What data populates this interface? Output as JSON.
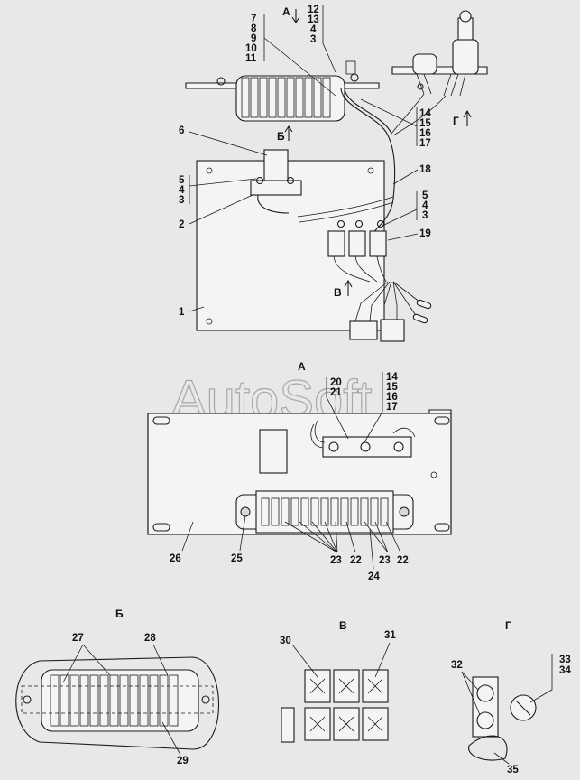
{
  "watermark": "AutoSoft",
  "views": {
    "a_top": "А",
    "a_mid": "А",
    "b_mid": "Б",
    "b_title": "Б",
    "v_mid": "В",
    "v_title": "В",
    "g_mid": "Г",
    "g_title": "Г"
  },
  "callouts": {
    "top_stack_right": [
      "12",
      "13",
      "4",
      "3"
    ],
    "top_stack_left": [
      "7",
      "8",
      "9",
      "10",
      "11"
    ],
    "stack_14_17": [
      "14",
      "15",
      "16",
      "17"
    ],
    "n6": "6",
    "n18": "18",
    "stack_543_left": [
      "5",
      "4",
      "3"
    ],
    "stack_543_right": [
      "5",
      "4",
      "3"
    ],
    "n2": "2",
    "n19": "19",
    "n1": "1",
    "stack_20_21": [
      "20",
      "21"
    ],
    "stack_14_17_b": [
      "14",
      "15",
      "16",
      "17"
    ],
    "n26": "26",
    "n25": "25",
    "n23a": "23",
    "n22a": "22",
    "n23b": "23",
    "n22b": "22",
    "n24": "24",
    "n27": "27",
    "n28": "28",
    "n29": "29",
    "n30": "30",
    "n31": "31",
    "n32": "32",
    "stack_33_34": [
      "33",
      "34"
    ],
    "n35": "35"
  }
}
